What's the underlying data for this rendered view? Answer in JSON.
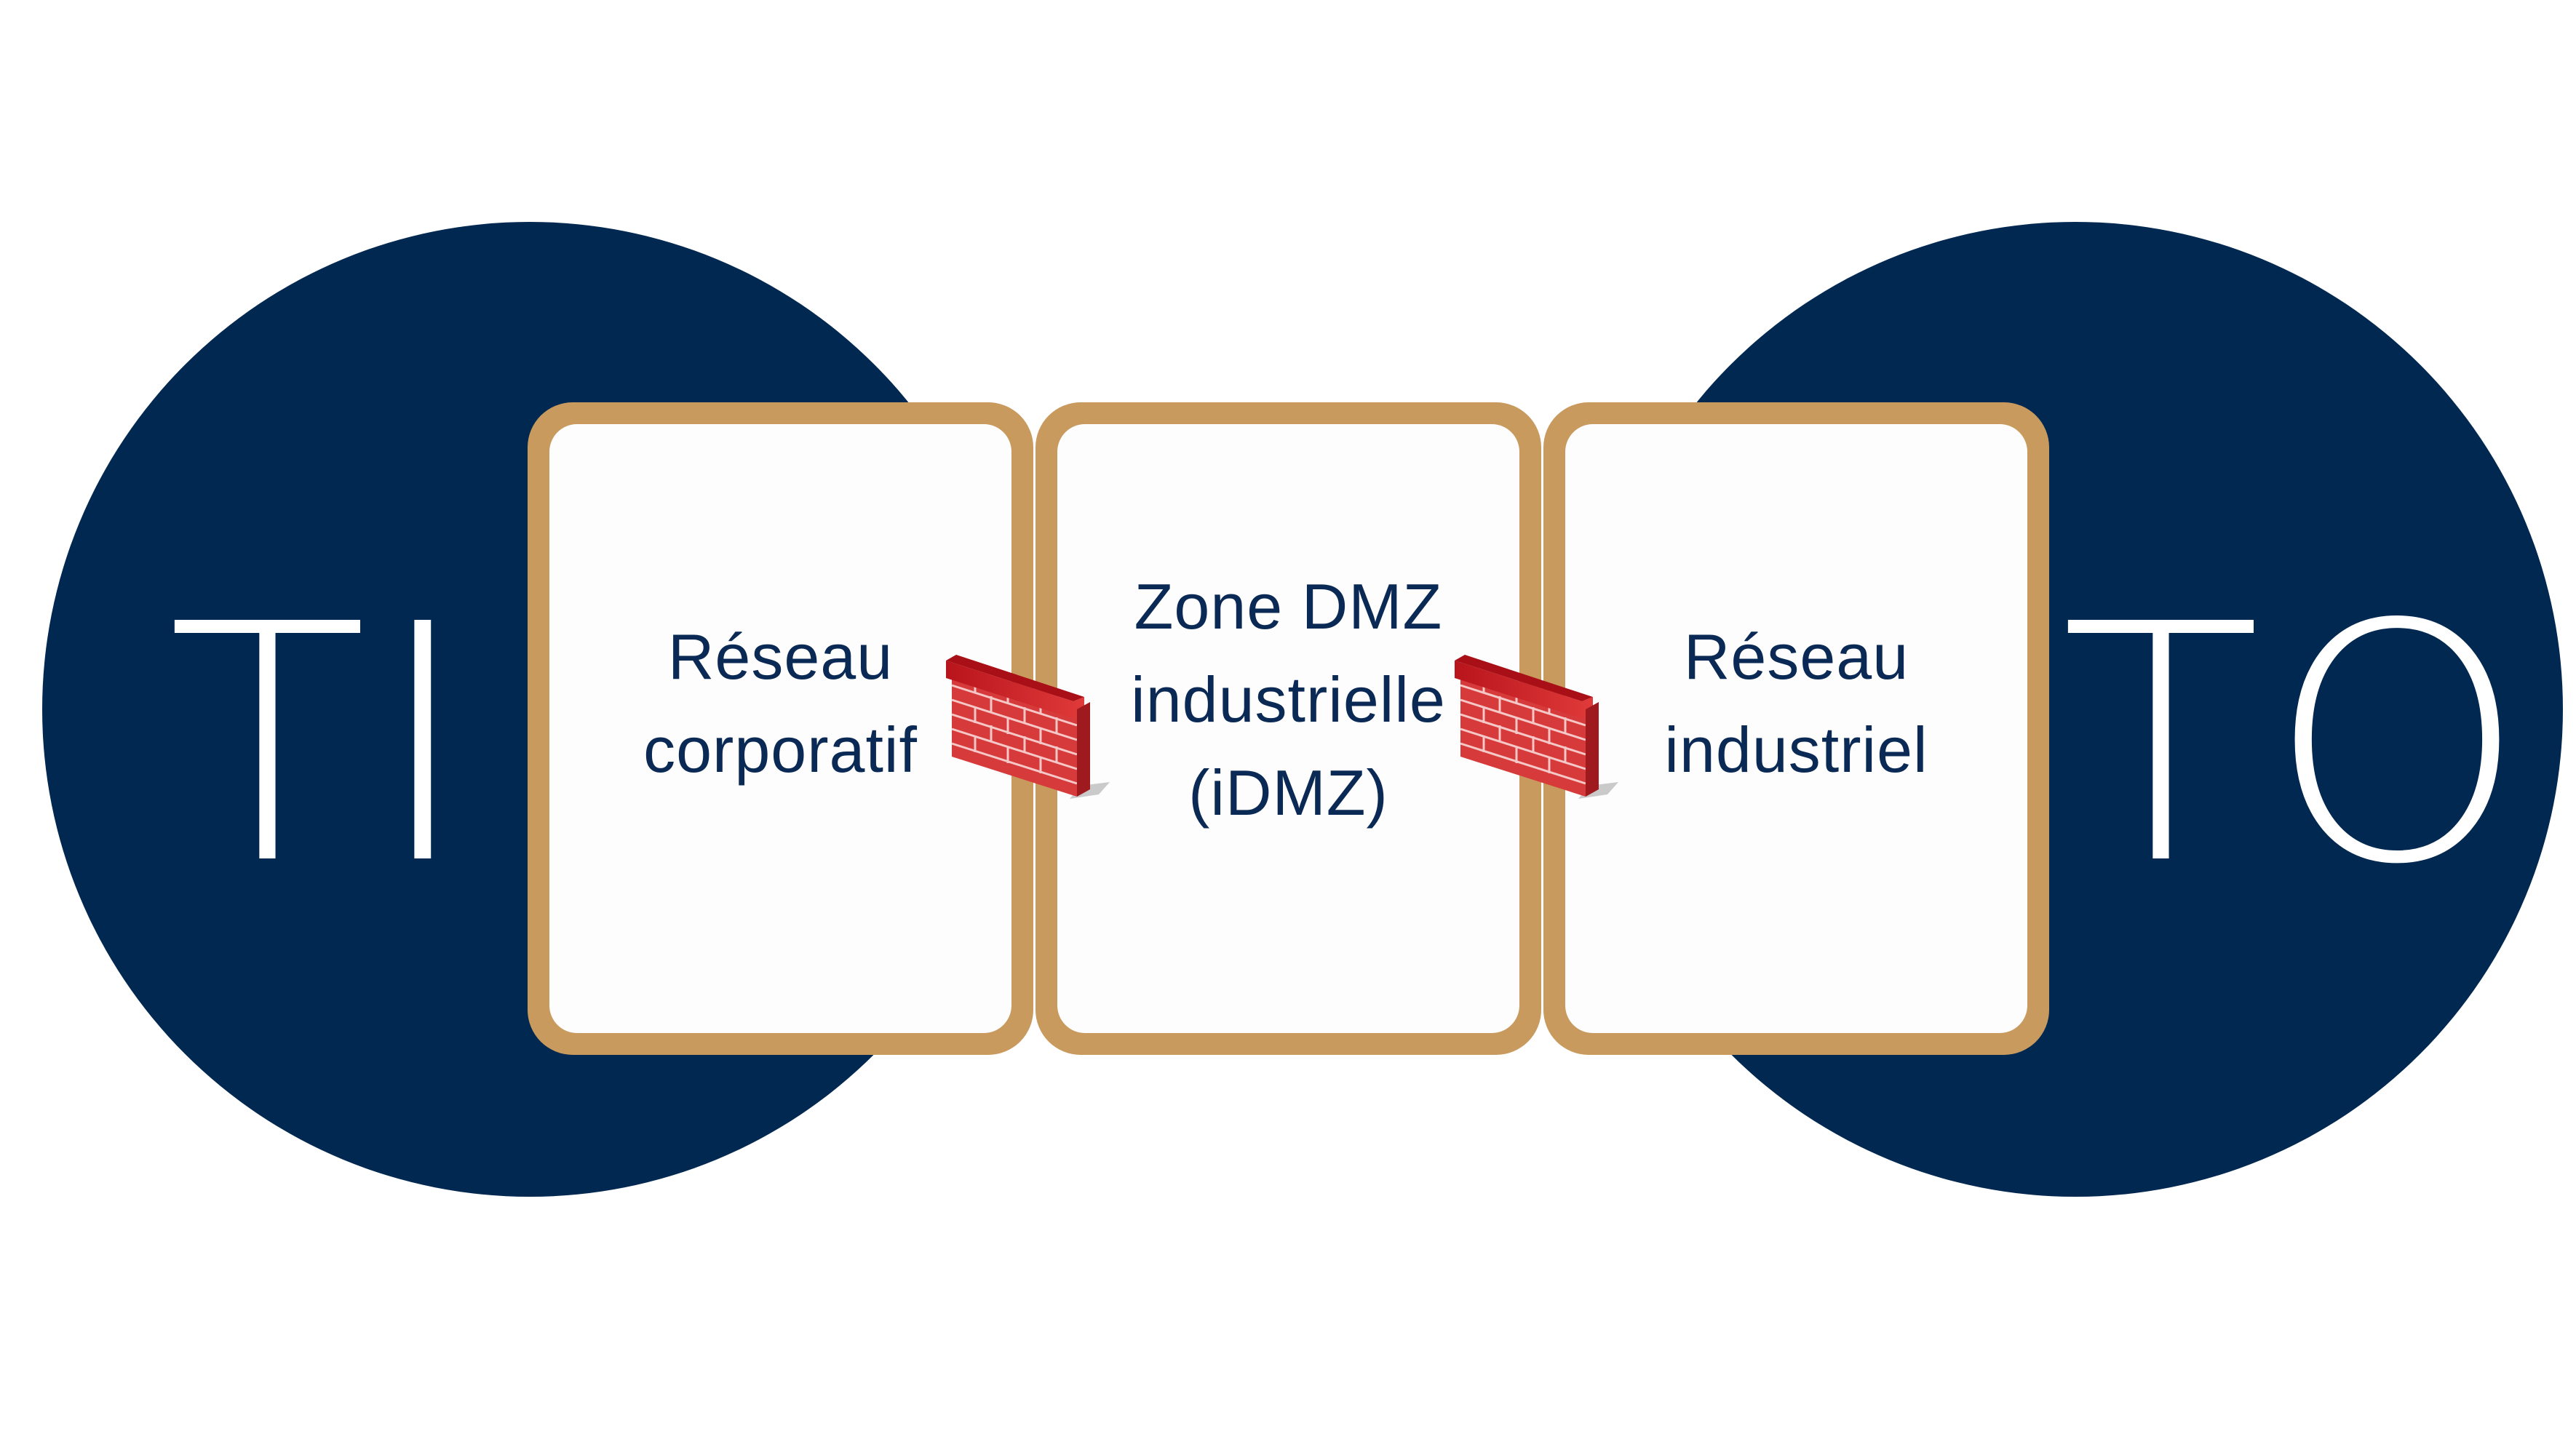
{
  "left_domain": {
    "label": "TI"
  },
  "right_domain": {
    "label": "TO"
  },
  "zones": [
    {
      "lines": [
        "Réseau",
        "corporatif"
      ]
    },
    {
      "lines": [
        "Zone DMZ",
        "industrielle",
        "(iDMZ)"
      ]
    },
    {
      "lines": [
        "Réseau",
        "industriel"
      ]
    }
  ],
  "firewall_icons": [
    "firewall-icon",
    "firewall-icon"
  ],
  "colors": {
    "circle": "#002850",
    "panel_border": "#c99a5e",
    "panel_fill": "#fdfdfd",
    "zone_text": "#0a2a55",
    "domain_text": "#ffffff",
    "firewall_brick": "#d42a2a"
  }
}
